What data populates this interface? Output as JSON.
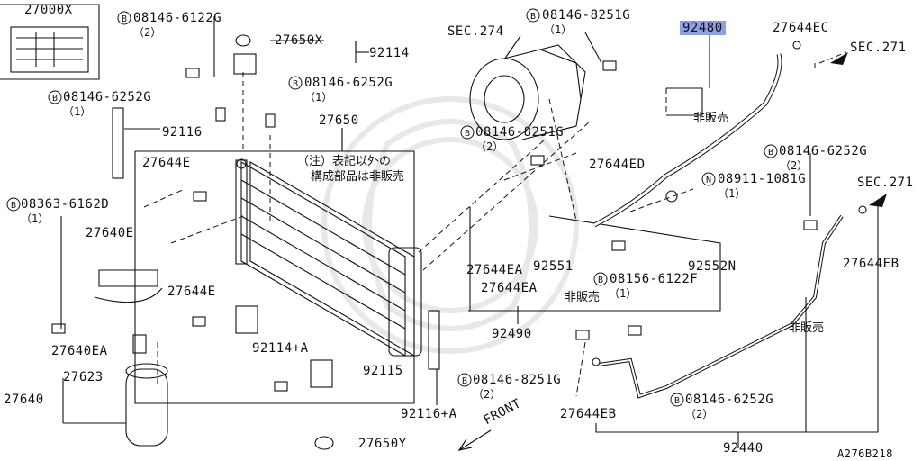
{
  "labels": {
    "p27000x": "27000X",
    "p08146_6122g": "08146-6122G",
    "q2a": "（2）",
    "p27650x": "27650X",
    "p92114": "92114",
    "p08146_6252g_a": "08146-6252G",
    "q1a": "（1）",
    "p08146_6252g_b": "08146-6252G",
    "q1b": "（1）",
    "p92116": "92116",
    "p27650": "27650",
    "p27644e_a": "27644E",
    "note_line1": "（注）表記以外の",
    "note_line2": "構成部品は非販売",
    "p08363_6162d": "08363-6162D",
    "q1c": "（1）",
    "p27640e": "27640E",
    "p27644e_b": "27644E",
    "p27640ea": "27640EA",
    "p27623": "27623",
    "p27640": "27640",
    "p92114a": "92114+A",
    "p92115": "92115",
    "p92116a": "92116+A",
    "p27650y": "27650Y",
    "sec274": "SEC.274",
    "p08146_8251g_a": "08146-8251G",
    "q1d": "（1）",
    "p92480": "92480",
    "p27644ec": "27644EC",
    "sec271_a": "SEC.271",
    "hihanbai_a": "非販売",
    "p08146_8251g_b": "08146-8251G",
    "q2b": "（2）",
    "p27644ed": "27644ED",
    "p08146_6252g_c": "08146-6252G",
    "q2c": "（2）",
    "p08911_1081g": "08911-1081G",
    "q1e": "（1）",
    "sec271_b": "SEC.271",
    "p27644ea_a": "27644EA",
    "p92551": "92551",
    "p92552n": "92552N",
    "p27644eb_a": "27644EB",
    "p27644ea_b": "27644EA",
    "p08156_6122f": "08156-6122F",
    "hihanbai_b": "非販売",
    "q1f": "（1）",
    "p92490": "92490",
    "hihanbai_c": "非販売",
    "p08146_8251g_c": "08146-8251G",
    "q2d": "（2）",
    "p08146_6252g_d": "08146-6252G",
    "q2e": "（2）",
    "p27644eb_b": "27644EB",
    "front": "FRONT",
    "p92440": "92440",
    "fig_code": "A276B218",
    "bolt_mark": "B",
    "nut_mark": "N"
  },
  "colors": {
    "line": "#111111",
    "highlight": "#8f9fe6",
    "watermark": "#e6e6e6"
  }
}
